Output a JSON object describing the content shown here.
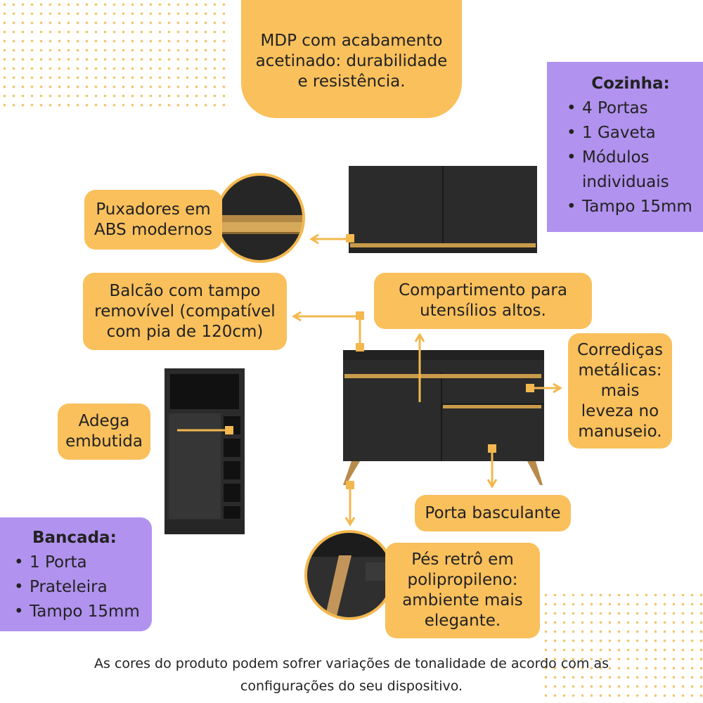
{
  "callouts": {
    "mdp": "MDP com acabamento\nacetinado: durabilidade\ne resistência.",
    "puxadores": "Puxadores em\nABS modernos",
    "balcao": "Balcão com tampo\nremovível (compatível\ncom pia de 120cm)",
    "compartimento": "Compartimento para\nutensílios altos.",
    "corredicas": "Corrediças\nmetálicas:\nmais\nleveza no\nmanuseio.",
    "adega": "Adega\nembutida",
    "porta_basculante": "Porta basculante",
    "pes": "Pés retrô em\npolipropileno:\nambiente mais\nelegante."
  },
  "cozinha": {
    "title": "Cozinha:",
    "items": [
      "4 Portas",
      "1 Gaveta",
      "Módulos individuais",
      "Tampo 15mm"
    ]
  },
  "bancada": {
    "title": "Bancada:",
    "items": [
      "1 Porta",
      "Prateleira",
      "Tampo 15mm"
    ]
  },
  "footer": {
    "line1": "As cores do produto podem sofrer variações de tonalidade de acordo com as",
    "line2": "configurações do seu dispositivo."
  },
  "colors": {
    "callout": "#f9c05c",
    "spec_box": "#b192ee",
    "furniture": "#2a2a2a",
    "gold": "#c99a4a",
    "arrow": "#f2b84f"
  }
}
